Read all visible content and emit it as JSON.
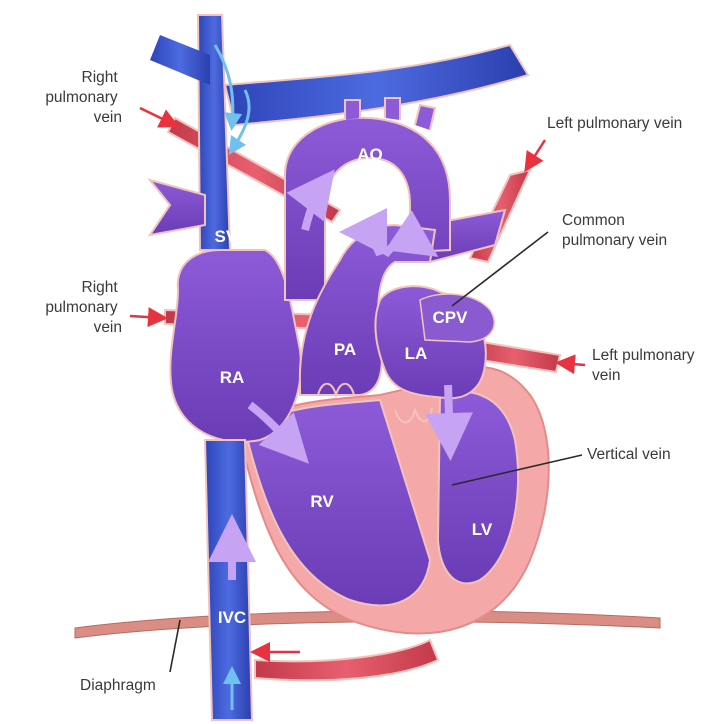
{
  "structures": {
    "svc": "SVC",
    "ao": "AO",
    "pa": "PA",
    "ra": "RA",
    "la": "LA",
    "cpv": "CPV",
    "rv": "RV",
    "lv": "LV",
    "ivc": "IVC"
  },
  "callouts": {
    "right_pulmonary_vein_top": [
      "Right",
      "pulmonary",
      "vein"
    ],
    "right_pulmonary_vein_mid": [
      "Right",
      "pulmonary",
      "vein"
    ],
    "left_pulmonary_vein_top": "Left pulmonary vein",
    "left_pulmonary_vein_mid": [
      "Left pulmonary",
      "vein"
    ],
    "common_pulmonary_vein": [
      "Common",
      "pulmonary vein"
    ],
    "vertical_vein": "Vertical vein",
    "diaphragm": "Diaphragm"
  },
  "colors": {
    "deoxygenated_blue": "#3f57c9",
    "heart_purple": "#7b4bc4",
    "oxygenated_red": "#d94a5a",
    "muscle_pink": "#f4a9a8",
    "arrow_light_blue": "#6fc2f0",
    "arrow_lavender": "#c7a3f3",
    "arrow_red": "#e8323f"
  }
}
